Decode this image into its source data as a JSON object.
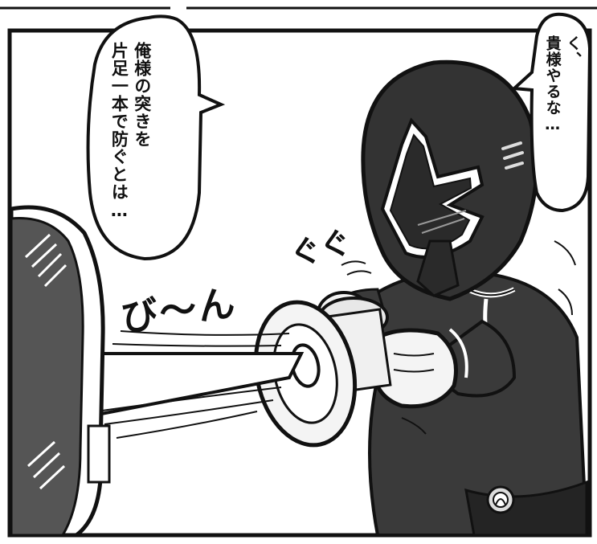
{
  "colors": {
    "ink": "#111111",
    "paper": "#ffffff",
    "suit": "#3a3a3a",
    "suit_dark": "#242424",
    "glove": "#f4f4f4",
    "shoe": "#555555"
  },
  "dialogue": {
    "left_bubble": {
      "line1": "俺様の突きを",
      "line2": "片足一本で防ぐとは…"
    },
    "right_bubble": {
      "line1": "く、",
      "line2": "貴様やるな…"
    }
  },
  "sound_effects": {
    "vibration": "び〜ん",
    "grip": "ぐぐ"
  },
  "icons": {
    "belt_buckle": "ring-buckle-icon",
    "visor": "helmet-visor-icon"
  }
}
